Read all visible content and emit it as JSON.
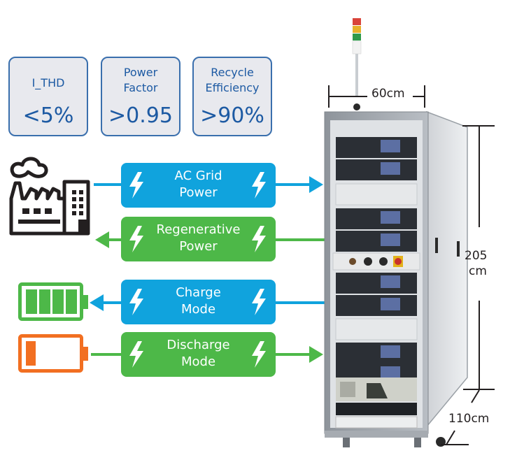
{
  "specs": [
    {
      "label_lines": [
        "I_THD"
      ],
      "value": "<5%"
    },
    {
      "label_lines": [
        "Power",
        "Factor"
      ],
      "value": ">0.95"
    },
    {
      "label_lines": [
        "Recycle",
        "Efficiency"
      ],
      "value": ">90%"
    }
  ],
  "flows": [
    {
      "lines": [
        "AC Grid",
        "Power"
      ],
      "color": "#10a3dd",
      "direction": "to-cabinet",
      "icon": "bolt-icon"
    },
    {
      "lines": [
        "Regenerative",
        "Power"
      ],
      "color": "#4db848",
      "direction": "to-grid",
      "icon": "bolt-icon"
    },
    {
      "lines": [
        "Charge",
        "Mode"
      ],
      "color": "#10a3dd",
      "direction": "to-battery",
      "icon": "bolt-icon"
    },
    {
      "lines": [
        "Discharge",
        "Mode"
      ],
      "color": "#4db848",
      "direction": "to-cabinet",
      "icon": "bolt-icon"
    }
  ],
  "icons": {
    "grid": "factory-icon",
    "full_battery": "battery-full-icon",
    "low_battery": "battery-low-icon",
    "cabinet": "test-cabinet-photo"
  },
  "dimensions": {
    "width": "60cm",
    "height_line1": "205",
    "height_line2": "cm",
    "depth": "110cm"
  },
  "colors": {
    "spec_text": "#1d5aa3",
    "spec_border": "#3a6fad",
    "spec_bg": "#e8e9ee",
    "blue": "#10a3dd",
    "green": "#4db848",
    "battery_full": "#4db848",
    "battery_low": "#f26f21",
    "ink": "#231f20"
  }
}
